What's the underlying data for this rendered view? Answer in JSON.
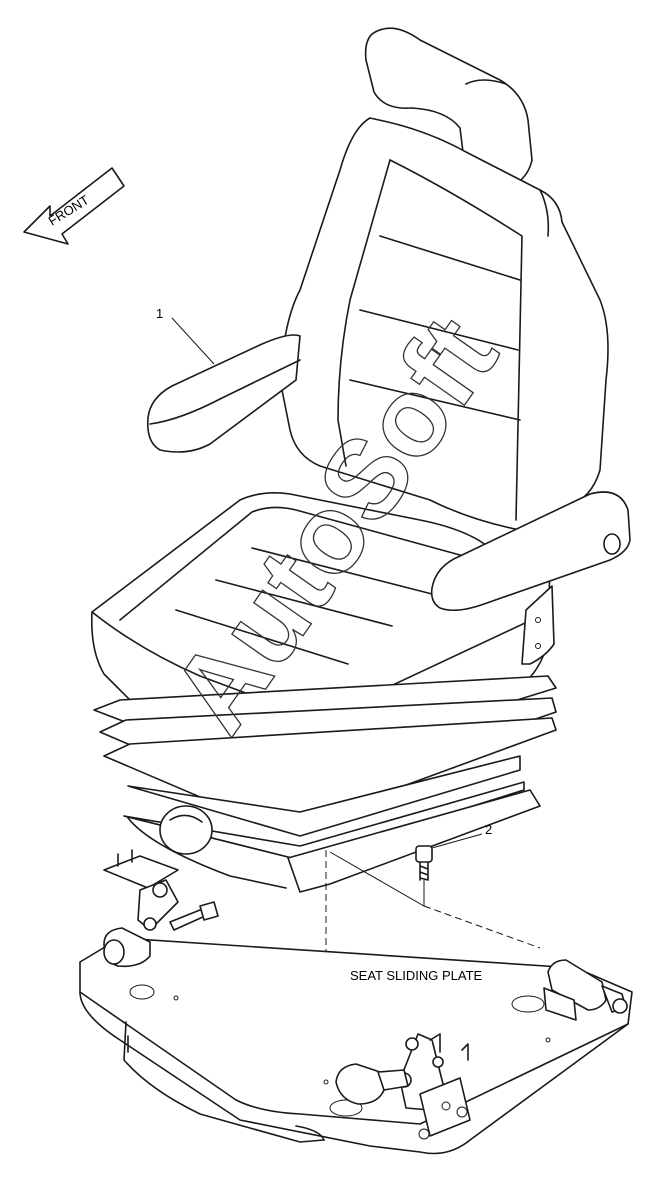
{
  "callouts": {
    "part_1": "1",
    "part_2": "2",
    "front_arrow": "FRONT",
    "plate_label": "SEAT SLIDING PLATE"
  },
  "watermark": "AutoSoft",
  "colors": {
    "line": "#1a1a1a",
    "background": "#ffffff"
  }
}
